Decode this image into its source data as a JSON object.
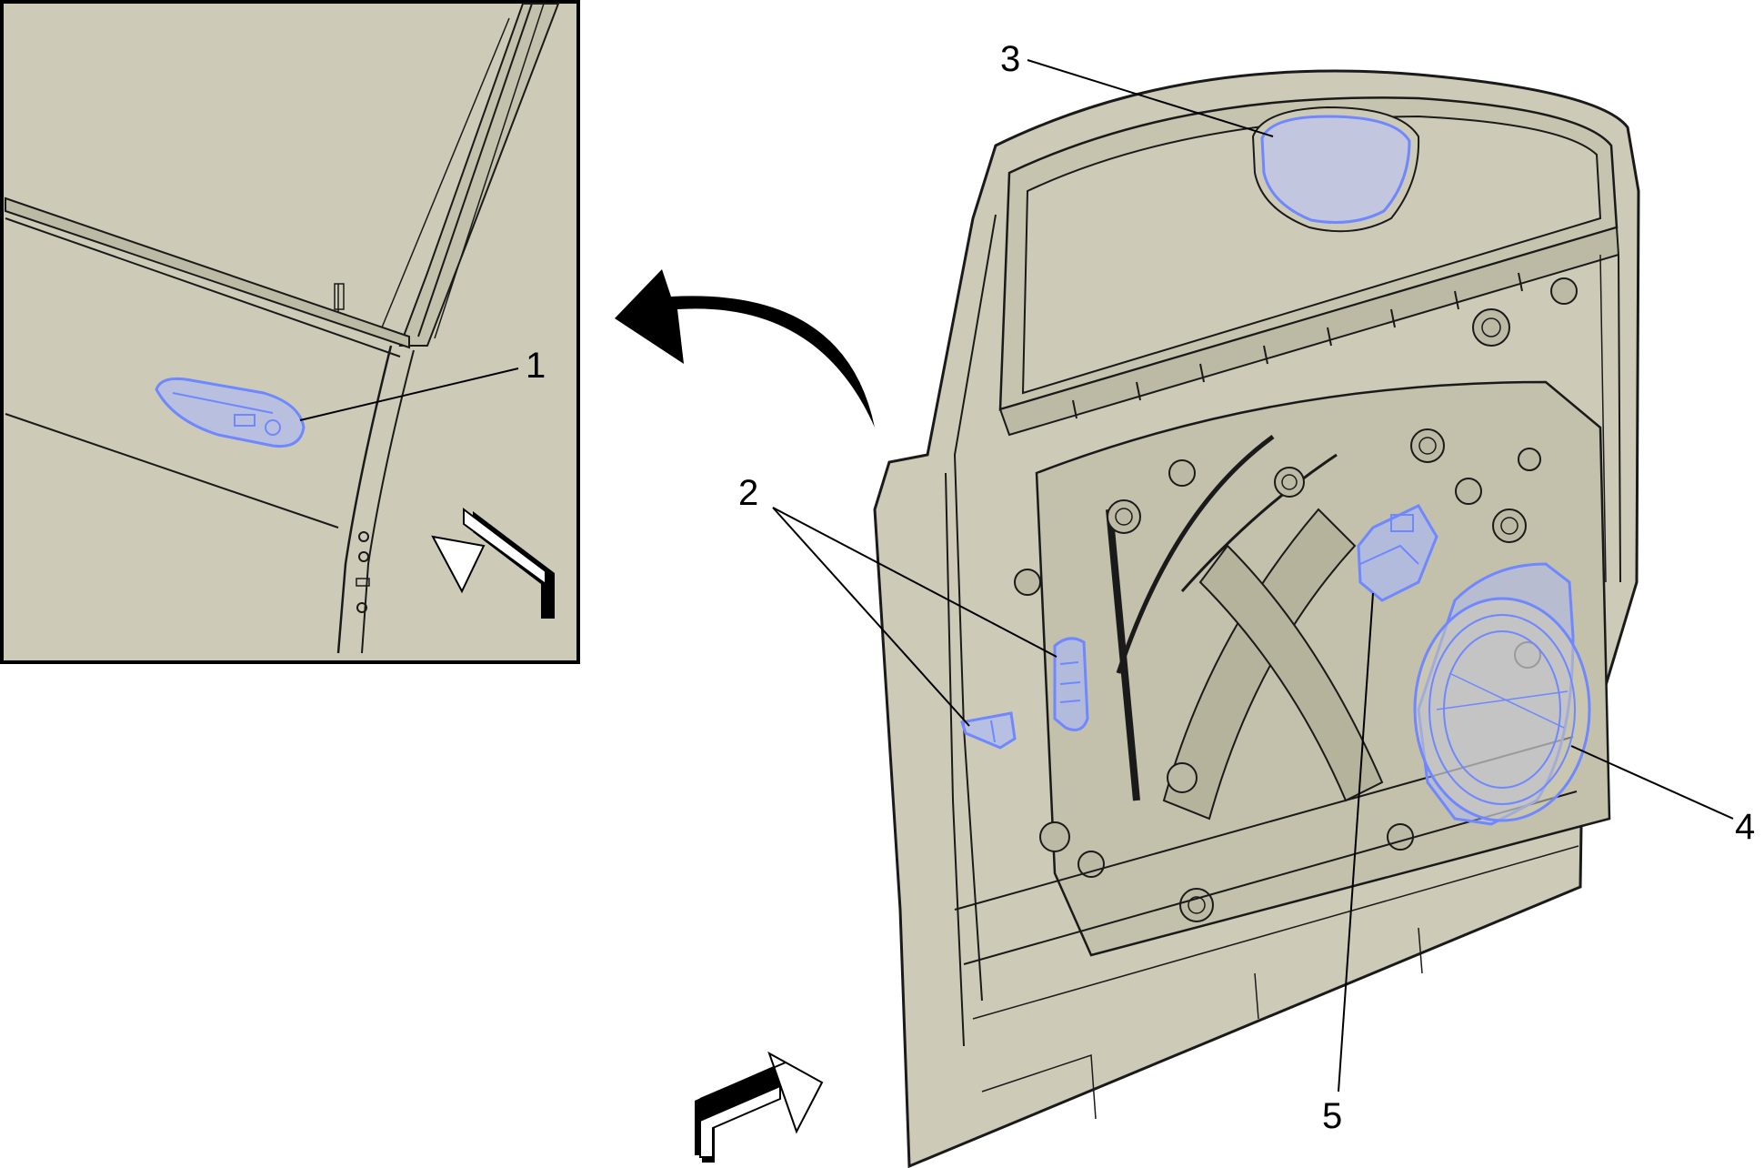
{
  "callouts": [
    {
      "id": "1",
      "label": "1"
    },
    {
      "id": "2",
      "label": "2"
    },
    {
      "id": "3",
      "label": "3"
    },
    {
      "id": "4",
      "label": "4"
    },
    {
      "id": "5",
      "label": "5"
    }
  ],
  "colors": {
    "panel": "#cdcbb8",
    "panel_dark": "#bcb9a4",
    "line": "#1a1a1a",
    "highlight": "#7c93ff",
    "highlight_fill": "#a9b8ff",
    "background": "#ffffff"
  },
  "icons": {
    "direction_arrow": "view-direction-arrow-icon",
    "curved_arrow": "detail-pointer-arrow-icon"
  }
}
